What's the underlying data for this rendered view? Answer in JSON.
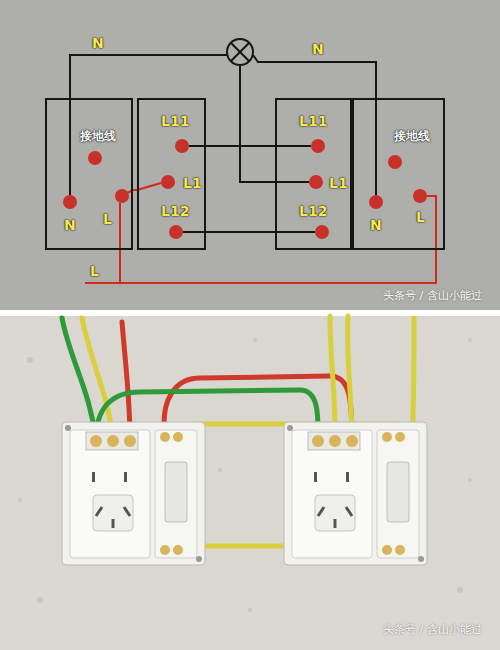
{
  "diagram": {
    "nodes": [
      {
        "text": [
          "接地线",
          "N",
          "L"
        ]
      },
      {
        "text": [
          "L11",
          "L1",
          "L12"
        ]
      },
      {
        "text": [
          "L11",
          "L1",
          "L12"
        ]
      },
      {
        "text": [
          "接地线",
          "N",
          "L"
        ]
      }
    ],
    "edges": [
      {
        "from": 1,
        "to": 2,
        "arrow": "none"
      },
      {
        "from": 1,
        "to": 2,
        "arrow": "none"
      },
      {
        "from": 0,
        "to": 1,
        "arrow": "none"
      },
      {
        "from": 3,
        "to": 0,
        "arrow": "none"
      }
    ],
    "labels": [
      "N",
      "N",
      "L",
      "头条号 / 含山小能过",
      "头条号 / 含山小能过"
    ]
  }
}
